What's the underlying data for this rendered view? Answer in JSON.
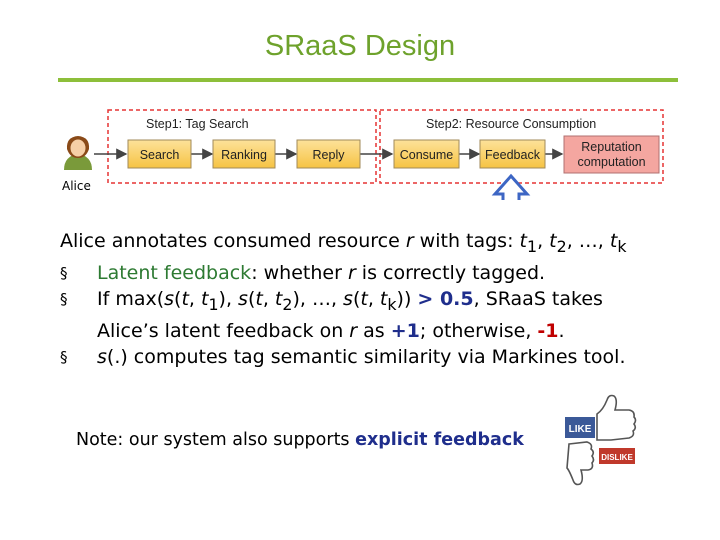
{
  "title": "SRaaS Design",
  "diagram": {
    "step1_label": "Step1: Tag Search",
    "step2_label": "Step2: Resource Consumption",
    "boxes": {
      "search": "Search",
      "ranking": "Ranking",
      "reply": "Reply",
      "consume": "Consume",
      "feedback": "Feedback",
      "reputation_line1": "Reputation",
      "reputation_line2": "computation"
    },
    "user_label": "Alice",
    "colors": {
      "box_fill": "#fbd36a",
      "dashed_border": "#e63333",
      "reputation_fill": "#f4a6a0",
      "arrow": "#3d66c4"
    }
  },
  "content": {
    "intro": {
      "a": "Alice annotates consumed resource ",
      "r": "r",
      "b": " with tags: ",
      "t1": "t",
      "s1": "1",
      "c1": ", ",
      "t2": "t",
      "s2": "2",
      "c2": ", …, ",
      "tk": "t",
      "sk": "k"
    },
    "bullet_symbol": "§",
    "b1": {
      "lf": "Latent feedback",
      "a": ": whether ",
      "r": "r",
      "b": " is correctly tagged."
    },
    "b2": {
      "a": "If max(",
      "s1": "s",
      "p1": "(",
      "t1": "t",
      "c1": ", ",
      "t1b": "t",
      "sub1": "1",
      "p2": "), ",
      "s2": "s",
      "p3": "(",
      "t2": "t",
      "c2": ", ",
      "t2b": "t",
      "sub2": "2",
      "p4": "), …, ",
      "s3": "s",
      "p5": "(",
      "t3": "t",
      "c3": ", ",
      "t3b": "t",
      "subk": "k",
      "p6": ")) ",
      "gt": "> 0.5",
      "b": ", SRaaS takes",
      "line2a": "Alice’s latent feedback on ",
      "r": "r",
      "line2b": " as ",
      "plus1": "+1",
      "line2c": "; otherwise, ",
      "minus1": "-1",
      "line2d": "."
    },
    "b3": {
      "s": "s",
      "a": "(.) computes tag semantic similarity via Markines tool."
    },
    "note": {
      "a": "Note: our system also supports ",
      "b": "explicit feedback"
    }
  },
  "thumbs": {
    "like": "LIKE",
    "dislike": "DISLIKE"
  }
}
